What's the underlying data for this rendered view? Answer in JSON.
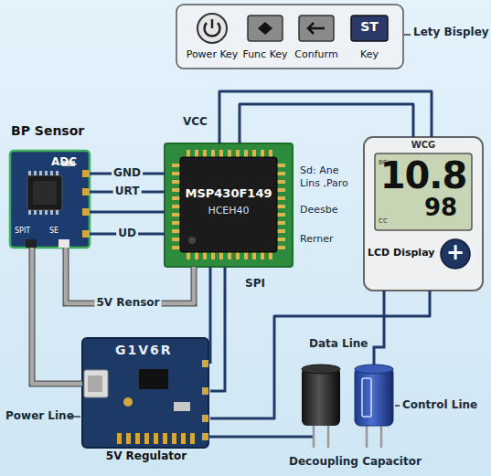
{
  "diagram": {
    "nodes": [
      {
        "text": [
          "Lety Bispley"
        ]
      },
      {
        "text": [
          "Power Key"
        ],
        "in": 0
      },
      {
        "text": [
          "Func Key"
        ],
        "in": 0
      },
      {
        "text": [
          "Confurm"
        ],
        "in": 0
      },
      {
        "text": [
          "ST",
          "Key"
        ],
        "in": 0
      },
      {
        "text": [
          "BP Sensor",
          "ADC",
          "SPIT",
          "SE"
        ]
      },
      {
        "text": [
          "MSP430F149",
          "HCEH40"
        ]
      },
      {
        "text": [
          "WCG",
          "BC",
          "10.8",
          "98",
          "CC",
          "LCD Display"
        ]
      },
      {
        "text": [
          "+"
        ],
        "in": 7
      },
      {
        "text": [
          "G1V6R",
          "5V Regulator"
        ]
      }
    ],
    "edges": [
      {
        "from": 5,
        "to": 6,
        "label": "GND",
        "arrow": "none"
      },
      {
        "from": 5,
        "to": 6,
        "label": "URT",
        "arrow": "none"
      },
      {
        "from": 5,
        "to": 6,
        "arrow": "none"
      },
      {
        "from": 5,
        "to": 6,
        "label": "UD",
        "arrow": "none"
      },
      {
        "from": 5,
        "to": 9,
        "arrow": "none"
      },
      {
        "from": 5,
        "to": 6,
        "label": "5V Rensor",
        "arrow": "none"
      },
      {
        "from": 6,
        "to": 7,
        "arrow": "none"
      },
      {
        "from": 6,
        "to": 7,
        "arrow": "none"
      },
      {
        "from": 6,
        "to": 9,
        "arrow": "none"
      },
      {
        "from": 6,
        "to": 9,
        "arrow": "none"
      },
      {
        "from": 9,
        "to": 7,
        "arrow": "none"
      }
    ],
    "labels": [
      "VCC",
      "Sd: Ane",
      "Lins ,Paro",
      "Deesbe",
      "Rerner",
      "SPI",
      "Power Line",
      "Data Line",
      "Control Line",
      "Decoupling Capacitor"
    ]
  }
}
